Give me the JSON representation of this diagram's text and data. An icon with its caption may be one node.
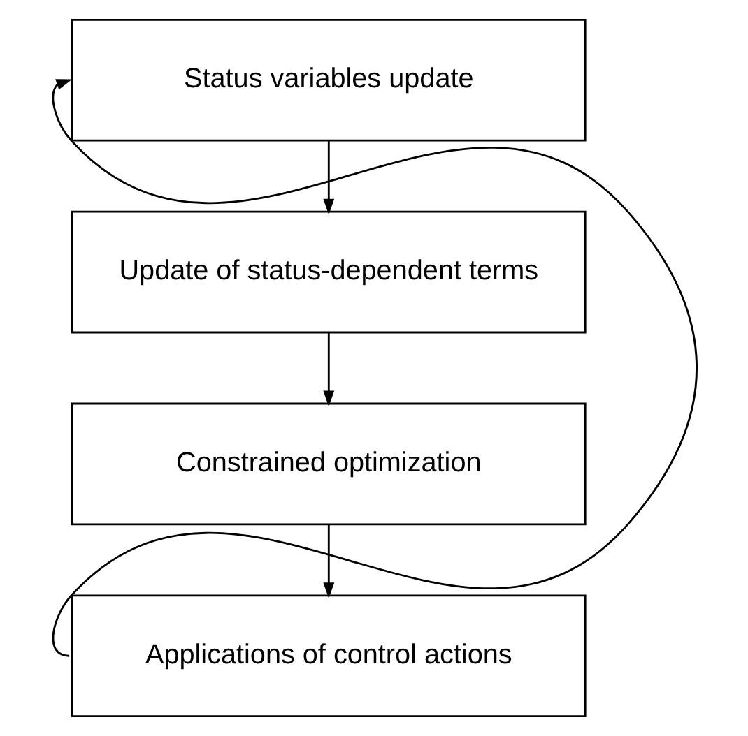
{
  "diagram": {
    "nodes": [
      {
        "text": [
          "Status variables update"
        ]
      },
      {
        "text": [
          "Update of status-dependent terms"
        ]
      },
      {
        "text": [
          "Constrained optimization"
        ]
      },
      {
        "text": [
          "Applications of control actions"
        ]
      }
    ],
    "edges": [
      {
        "from": 0,
        "to": 1,
        "arrow": "to"
      },
      {
        "from": 1,
        "to": 2,
        "arrow": "to"
      },
      {
        "from": 2,
        "to": 3,
        "arrow": "to"
      },
      {
        "from": 3,
        "to": 0,
        "arrow": "to"
      }
    ]
  }
}
